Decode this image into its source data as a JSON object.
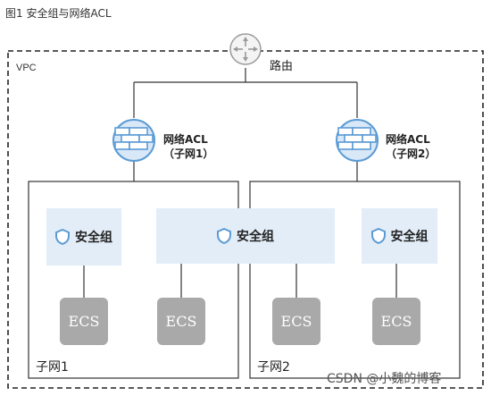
{
  "figure_title": "图1 安全组与网络ACL",
  "vpc_label": "VPC",
  "router": {
    "label": "路由",
    "icon": "router-icon"
  },
  "acls": [
    {
      "line1": "网络ACL",
      "line2": "（子网1）",
      "icon": "firewall-icon"
    },
    {
      "line1": "网络ACL",
      "line2": "（子网2）",
      "icon": "firewall-icon"
    }
  ],
  "security_groups": [
    {
      "label": "安全组",
      "icon": "shield-icon"
    },
    {
      "label": "安全组",
      "icon": "shield-icon"
    },
    {
      "label": "安全组",
      "icon": "shield-icon"
    }
  ],
  "ecs_nodes": [
    "ECS",
    "ECS",
    "ECS",
    "ECS"
  ],
  "subnets": [
    "子网1",
    "子网2"
  ],
  "watermark": "CSDN @小魏的博客",
  "colors": {
    "icon_blue": "#5b9bd5",
    "icon_fill": "#d9e8f7",
    "security_group_bg": "#e3edf8",
    "ecs_gray": "#a9a9a9",
    "router_gray": "#9a9a9a"
  }
}
